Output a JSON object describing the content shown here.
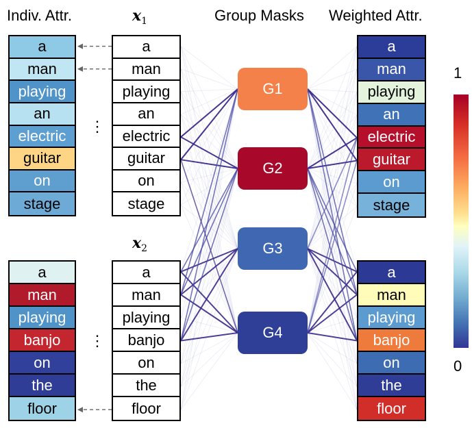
{
  "headers": {
    "indiv_attr": "Indiv. Attr.",
    "x1_base": "x",
    "x1_sub": "1",
    "group_masks": "Group Masks",
    "weighted_attr": "Weighted Attr.",
    "x2_base": "x",
    "x2_sub": "2"
  },
  "ellipsis": "⋮",
  "sentence1": {
    "tokens": [
      "a",
      "man",
      "playing",
      "an",
      "electric",
      "guitar",
      "on",
      "stage"
    ],
    "indiv_colors": [
      "#8ecae6",
      "#bfe6f2",
      "#4f93c8",
      "#b7e0f0",
      "#5d9fd0",
      "#fdd585",
      "#5f9fd0",
      "#6eaad6"
    ],
    "weighted_colors": [
      "#2b3d98",
      "#3a56a8",
      "#e4f4dc",
      "#3f72b6",
      "#b50f2b",
      "#bb1a2d",
      "#5b9bcf",
      "#76b2da"
    ]
  },
  "sentence2": {
    "tokens": [
      "a",
      "man",
      "playing",
      "banjo",
      "on",
      "the",
      "floor"
    ],
    "indiv_colors": [
      "#dff1f1",
      "#b11a2a",
      "#4f93c8",
      "#c4262f",
      "#31409b",
      "#2f3d96",
      "#9ed2e6"
    ],
    "weighted_colors": [
      "#2d3a95",
      "#fefcb8",
      "#5b9bcf",
      "#ee7a3c",
      "#3d6cb2",
      "#2f3d96",
      "#d12e2a"
    ]
  },
  "groups": [
    {
      "label": "G1",
      "color": "#f4814a"
    },
    {
      "label": "G2",
      "color": "#a8082a"
    },
    {
      "label": "G3",
      "color": "#4068b2"
    },
    {
      "label": "G4",
      "color": "#2f3f98"
    }
  ],
  "colorbar": {
    "max_label": "1",
    "min_label": "0"
  },
  "accent_line_color": "#3b2b8c"
}
